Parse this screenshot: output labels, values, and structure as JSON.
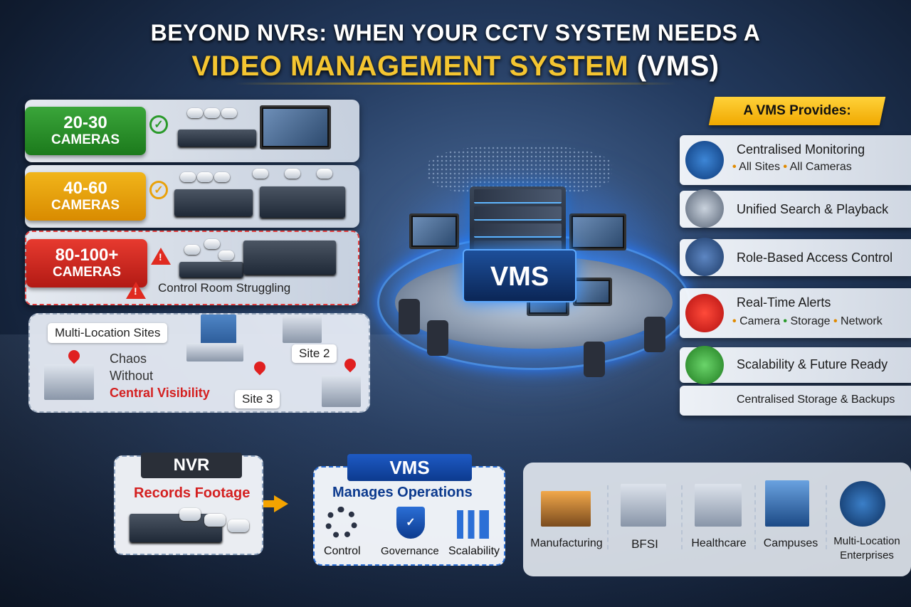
{
  "title": {
    "line1": "BEYOND NVRs: WHEN YOUR CCTV SYSTEM NEEDS A",
    "line2_highlight": "VIDEO MANAGEMENT SYSTEM",
    "line2_rest": "(VMS)"
  },
  "tiers": [
    {
      "number": "20-30",
      "label": "CAMERAS",
      "color": "#2a8f2a",
      "status": "check-icon"
    },
    {
      "number": "40-60",
      "label": "CAMERAS",
      "color": "#e9a10a",
      "status": "check-icon"
    },
    {
      "number": "80-100+",
      "label": "CAMERAS",
      "color": "#d42a20",
      "status": "warning-icon",
      "note": "Control Room Struggling"
    }
  ],
  "multi_location": {
    "title": "Multi-Location Sites",
    "chaos_line1": "Chaos",
    "chaos_line2": "Without",
    "chaos_line3": "Central Visibility",
    "site2": "Site 2",
    "site3": "Site 3"
  },
  "center": {
    "label": "VMS"
  },
  "provides": {
    "title": "A VMS Provides:",
    "items": [
      {
        "label": "Centralised Monitoring",
        "sub1": "All Sites",
        "sub2": "All Cameras",
        "icon": "globe-network-icon"
      },
      {
        "label": "Unified Search & Playback",
        "icon": "search-server-icon"
      },
      {
        "label": "Role-Based Access Control",
        "icon": "user-shield-icon"
      },
      {
        "label": "Real-Time Alerts",
        "sub1": "Camera",
        "sub2": "Storage",
        "sub3": "Network",
        "icon": "alarm-bell-icon"
      },
      {
        "label": "Scalability & Future Ready",
        "icon": "growth-servers-icon"
      },
      {
        "label": "Centralised Storage & Backups",
        "icon": "storage-icon"
      }
    ]
  },
  "nvr": {
    "head": "NVR",
    "desc": "Records Footage"
  },
  "vms": {
    "head": "VMS",
    "desc": "Manages Operations",
    "pillars": [
      "Control",
      "Governance",
      "Scalability"
    ]
  },
  "industries": [
    "Manufacturing",
    "BFSI",
    "Healthcare",
    "Campuses",
    "Multi-Location",
    "Enterprises"
  ],
  "colors": {
    "gold": "#f4c531",
    "blue": "#1e5ac4",
    "red": "#d42020"
  }
}
